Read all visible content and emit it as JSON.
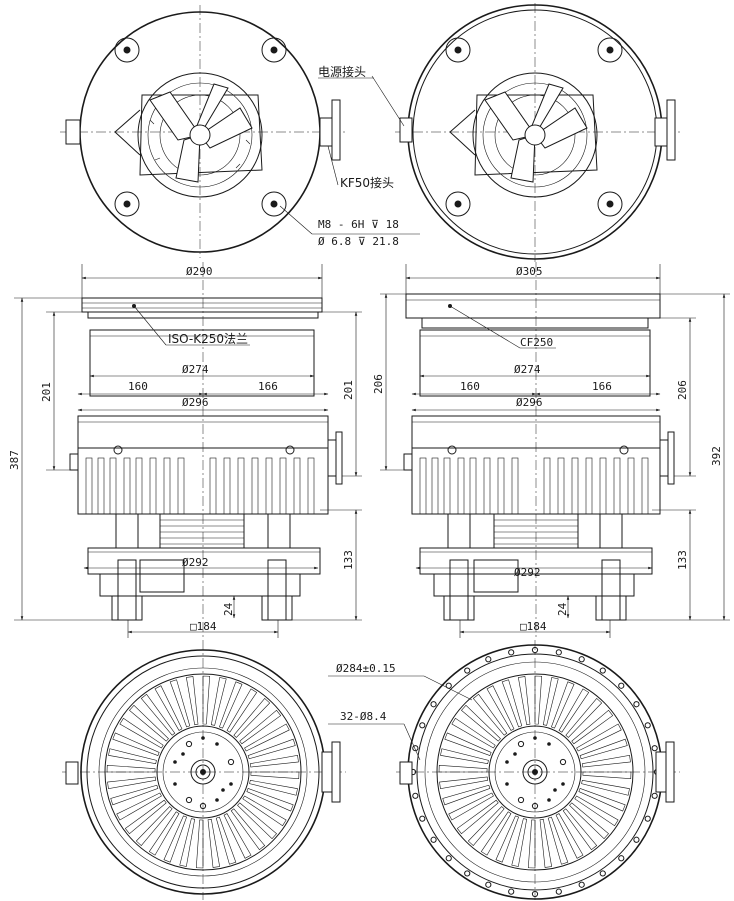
{
  "top_views": {
    "power_connector": "电源接头",
    "kf_connector": "KF50接头",
    "thread_spec": "M8 - 6H ⊽ 18",
    "drill_spec": "Ø 6.8 ⊽ 21.8"
  },
  "left_side": {
    "flange_dia": "Ø290",
    "flange_label": "ISO-K250法兰",
    "inlet_dia": "Ø274",
    "left_off": "160",
    "right_off": "166",
    "body_dia": "Ø296",
    "base_dia": "Ø292",
    "square": "□184",
    "height_upper_left": "201",
    "height_upper_right": "201",
    "total_height": "387",
    "lower_height": "133",
    "foot_height": "24"
  },
  "right_side": {
    "flange_dia": "Ø305",
    "flange_label": "CF250",
    "inlet_dia": "Ø274",
    "left_off": "160",
    "right_off": "166",
    "body_dia": "Ø296",
    "base_dia": "Ø292",
    "square": "□184",
    "height_upper_left": "206",
    "height_upper_right": "206",
    "total_height": "392",
    "lower_height": "133",
    "foot_height": "24"
  },
  "bottom_views": {
    "pcd": "Ø284±0.15",
    "holes": "32-Ø8.4"
  }
}
